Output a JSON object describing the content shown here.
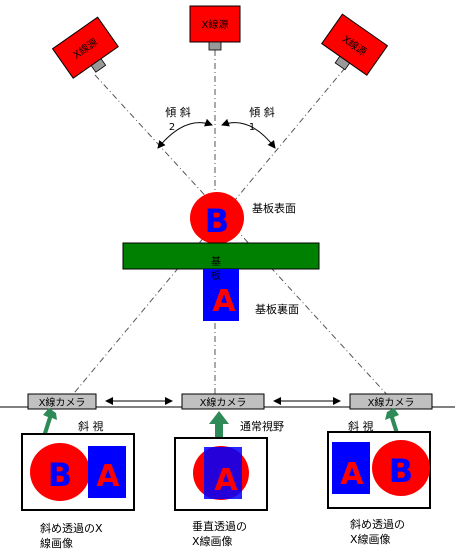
{
  "sources": {
    "left": "X線源",
    "center": "X線源",
    "right": "X線源"
  },
  "tilt": {
    "left_label": "傾 斜",
    "left_number": "2",
    "right_label": "傾 斜",
    "right_number": "1"
  },
  "substrate": {
    "label": "基",
    "label2": "板",
    "top_surface": "基板表面",
    "bottom_surface": "基板裏面"
  },
  "markers": {
    "top": "B",
    "bottom": "A"
  },
  "cameras": {
    "left": "X線カメラ",
    "center": "X線カメラ",
    "right": "X線カメラ"
  },
  "views": {
    "left_oblique": "斜 視",
    "normal": "通常視野",
    "right_oblique": "斜 視"
  },
  "images": {
    "left": {
      "marker1": "B",
      "marker2": "A",
      "caption_line1": "斜め透過のX",
      "caption_line2": "線画像"
    },
    "center": {
      "marker": "A",
      "caption_line1": "垂直透過の",
      "caption_line2": "X線画像"
    },
    "right": {
      "marker1": "A",
      "marker2": "B",
      "caption_line1": "斜め透過の",
      "caption_line2": "X線画像"
    }
  },
  "colors": {
    "source_red": "#ff0000",
    "marker_blue": "#0000ff",
    "substrate_green": "#008000",
    "camera_gray": "#c0c0c0",
    "arrow_green": "#2e8b57"
  }
}
